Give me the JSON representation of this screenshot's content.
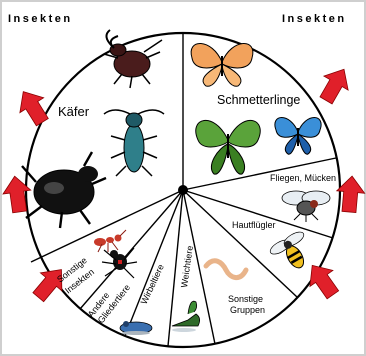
{
  "top_left_title": "Insekten",
  "top_right_title": "Insekten",
  "segments": {
    "kaefer": "Käfer",
    "schmetterlinge": "Schmetterlinge",
    "fliegen": "Fliegen, Mücken",
    "hautfluegler": "Hautflügler",
    "sonstige_gruppen": [
      "Sonstige",
      "Gruppen"
    ],
    "weichtiere": "Weichtiere",
    "wirbeltiere": "Wirbeltiere",
    "andere_gliedertiere": [
      "Andere",
      "Gliedertiere"
    ],
    "sonstige_insekten": [
      "Sonstige",
      "Insekten"
    ]
  },
  "colors": {
    "arrow": "#e0202a",
    "frame": "#cfcfcf",
    "line": "#000000"
  }
}
